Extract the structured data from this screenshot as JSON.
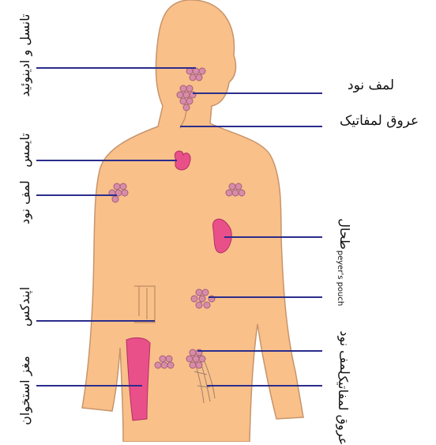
{
  "labels": {
    "tonsil_adenoid": "تانسل و ادینوئید",
    "thymus": "تایمس",
    "lymph_node_left": "لمف نود",
    "appendix": "اپندکس",
    "bone_marrow": "مغز استخوان",
    "lymph_node_right_top": "لمف نود",
    "lymphatic_vessels_top": "عروق لمفاتیک",
    "spleen": "طحال",
    "peyers_pouch": "peyer's pouch",
    "lymph_node_right_bottom": "لمف نود",
    "lymphatic_vessels_bottom": "عروق لمفاتیک"
  },
  "colors": {
    "body_fill": "#f9c08a",
    "body_outline": "#c8946a",
    "leader_line": "#2b2d8c",
    "organ_pink": "#e9508a",
    "node_fill": "#d98ba8",
    "node_outline": "#a0607a"
  }
}
